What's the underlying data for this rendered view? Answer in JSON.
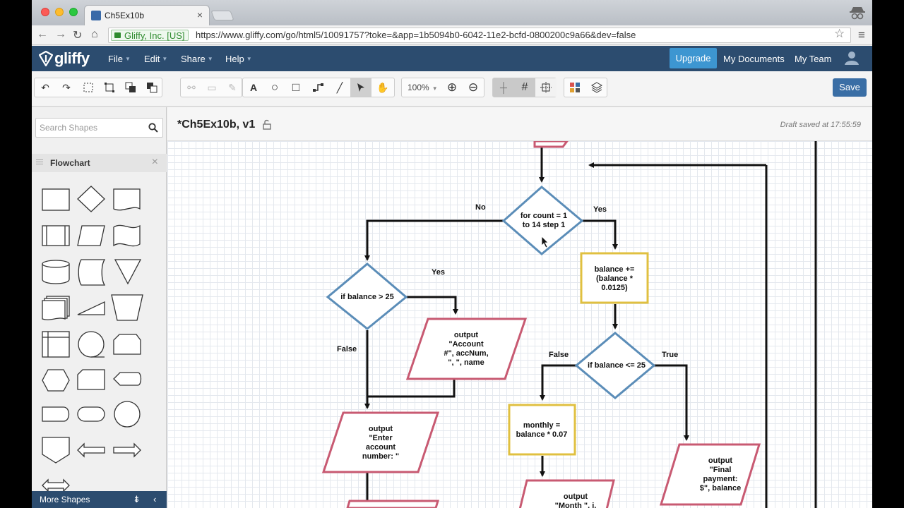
{
  "browser": {
    "tab_title": "Ch5Ex10b",
    "tab_close": "×",
    "secure_label": "Gliffy, Inc. [US]",
    "url": "https://www.gliffy.com/go/html5/10091757?toke=&app=1b5094b0-6042-11e2-bcfd-0800200c9a66&dev=false",
    "nav_back": "←",
    "nav_forward": "→",
    "nav_reload": "↻",
    "nav_home": "⌂",
    "star": "☆",
    "menu": "≡"
  },
  "app": {
    "logo": "gliffy",
    "menus": [
      "File",
      "Edit",
      "Share",
      "Help"
    ],
    "upgrade": "Upgrade",
    "my_documents": "My Documents",
    "my_team": "My Team",
    "save": "Save",
    "zoom": "100%"
  },
  "toolbar_icons": {
    "undo": "↶",
    "redo": "↷",
    "text": "A",
    "ellipse": "○",
    "rect": "□",
    "line": "╱",
    "pointer": "➤",
    "hand": "✋",
    "zoom_in": "⊕",
    "zoom_out": "⊖",
    "snap": "┼",
    "grid": "#"
  },
  "left_panel": {
    "search_placeholder": "Search Shapes",
    "library_title": "Flowchart",
    "library_close": "×",
    "more_shapes": "More Shapes"
  },
  "document": {
    "title": "*Ch5Ex10b, v1",
    "draft_status": "Draft saved at 17:55:59"
  },
  "flowchart": {
    "labels": {
      "no": "No",
      "yes_top": "Yes",
      "yes_left": "Yes",
      "false_left": "False",
      "false_right": "False",
      "true_right": "True"
    },
    "for_loop": [
      "for count = 1",
      "to 14 step 1"
    ],
    "if_balance_gt": "if balance > 25",
    "balance_update": [
      "balance +=",
      "(balance *",
      "0.0125)"
    ],
    "output_account": [
      "output",
      "\"Account",
      "#\", accNum,",
      "\", \", name"
    ],
    "if_balance_le": "if balance <= 25",
    "output_enter": [
      "output",
      "\"Enter",
      "account",
      "number: \""
    ],
    "monthly": [
      "monthly =",
      "balance * 0.07"
    ],
    "output_final": [
      "output",
      "\"Final",
      "payment:",
      "$\", balance"
    ],
    "output_month": [
      "output",
      "\"Month \", i,"
    ]
  },
  "colors": {
    "app_header": "#2c4c6f",
    "decision": "#5b8db8",
    "process": "#e0c040",
    "io": "#c85a72",
    "upgrade": "#3d96d1"
  }
}
